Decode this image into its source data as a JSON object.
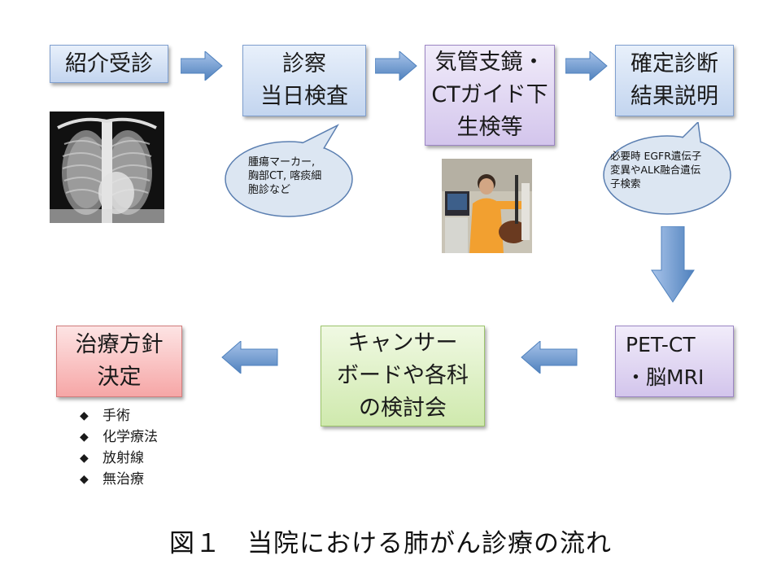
{
  "steps": {
    "referral": "紹介受診",
    "exam_day": "診察\n当日検査",
    "biopsy": "気管支鏡・\nCTガイド下\n生検等",
    "diagnosis": "確定診断\n結果説明",
    "staging": "PET-CT\n・脳MRI",
    "board": "キャンサー\nボードや各科\nの検討会",
    "treatment": "治療方針\n決定"
  },
  "notes": {
    "exam_day_note": "腫瘍マーカー,\n胸部CT, 喀痰細\n胞診など",
    "diagnosis_note": "必要時 EGFR遺伝子\n変異やALK融合遺伝\n子検索"
  },
  "treatment_options": [
    "手術",
    "化学療法",
    "放射線",
    "無治療"
  ],
  "bullet_symbol": "◆",
  "caption": "図１　当院における肺がん診療の流れ",
  "colors": {
    "blue_box": "#c3d5ef",
    "purple_box": "#d3c5ec",
    "red_box": "#f6a6a6",
    "green_box": "#cfe9ad",
    "arrow": "#4f81bd",
    "bubble": "#dce6f2"
  }
}
